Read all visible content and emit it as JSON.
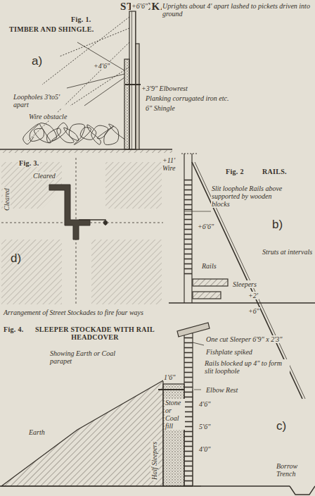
{
  "diagram": {
    "title": "STOCKADES.",
    "labels": [
      "Fig. 1.",
      "TIMBER AND SHINGLE.",
      "+6'6\"",
      "Uprights about 4' apart lashed to pickets driven into ground",
      "a)",
      "+4'6\"",
      "Loopholes 3'to5' apart",
      "+3'9\" Elbowrest",
      "Planking corrugated iron etc.",
      "6\" Shingle",
      "Wire obstacle",
      "+11'",
      "Wire",
      "Fig. 2",
      "RAILS.",
      "Slit loophole Rails above supported by wooden blocks",
      "b)",
      "+6'6\"",
      "Struts at intervals",
      "Rails",
      "Sleepers",
      "+2'",
      "+6\"",
      "Fig. 3.",
      "Cleared",
      "Cleared",
      "d)",
      "Arrangement of Street Stockades to fire four ways",
      "Fig. 4.",
      "SLEEPER STOCKADE WITH RAIL HEADCOVER",
      "Showing Earth or Coal parapet",
      "One cut Sleeper 6'9\" x 2'3\"",
      "Fishplate spiked",
      "Rails blocked up 4\" to form slit loophole",
      "1'6\"",
      "Elbow Rest",
      "4'6\"",
      "5'6\"",
      "4'0\"",
      "Half Sleepers",
      "Stone or Coal fill",
      "Earth",
      "c)",
      "Borrow Trench"
    ]
  }
}
